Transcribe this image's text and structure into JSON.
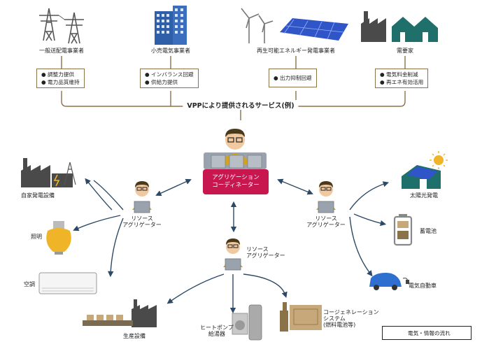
{
  "top_entities": [
    {
      "label": "一般送配電事業者",
      "icon": "transmission-tower-icon"
    },
    {
      "label": "小売電気事業者",
      "icon": "office-building-icon"
    },
    {
      "label": "再生可能エネルギー発電事業者",
      "icon": "wind-solar-icon"
    },
    {
      "label": "需要家",
      "icon": "factory-house-icon"
    }
  ],
  "service_boxes": [
    {
      "items": [
        "● 調整力提供",
        "● 電力品質維持"
      ]
    },
    {
      "items": [
        "● インバランス回避",
        "● 供給力提供"
      ]
    },
    {
      "items": [
        "● 出力抑制回避"
      ]
    },
    {
      "items": [
        "● 電気料金削減",
        "● 再エネ有効活用"
      ]
    }
  ],
  "vpp_title": "VPPにより提供されるサービス(例)",
  "coordinator": {
    "line1": "アグリゲーション",
    "line2": "コーディネーター"
  },
  "aggregators": [
    {
      "line1": "リソース",
      "line2": "アグリゲーター"
    },
    {
      "line1": "リソース",
      "line2": "アグリゲーター"
    },
    {
      "line1": "リソース",
      "line2": "アグリゲーター"
    }
  ],
  "left_resources": [
    "自家発電設備",
    "照明",
    "空調"
  ],
  "right_resources": [
    "太陽光発電",
    "蓄電池",
    "電気自動車"
  ],
  "bottom_resources": [
    {
      "label": "生産設備"
    },
    {
      "line1": "ヒートポンプ",
      "line2": "給湯器"
    },
    {
      "line1": "コージェネレーション",
      "line2": "システム",
      "line3": "(燃料電池等)"
    }
  ],
  "legend": {
    "label": "電気・情報の流れ"
  },
  "colors": {
    "connector": "#8a7249",
    "arrow": "#2c4a66",
    "coordinator": "#c8174f",
    "icon_gray": "#4a4a4a",
    "building_blue": "#2f5fa8",
    "house_teal": "#1f6f6a",
    "solar_blue": "#2f55c9"
  }
}
